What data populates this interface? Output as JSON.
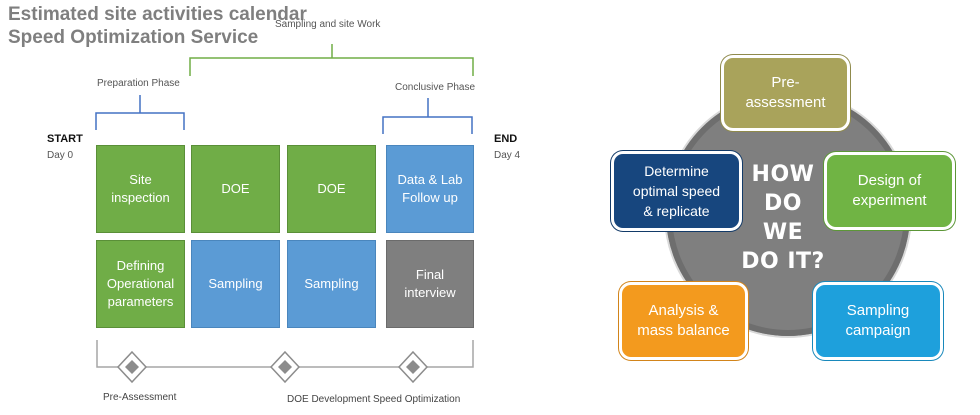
{
  "calendar": {
    "title_line1": "Estimated site activities calendar",
    "title_line2": "Speed Optimization Service",
    "phases": {
      "sampling_and_site_work": "Sampling and site Work",
      "preparation": "Preparation Phase",
      "conclusive": "Conclusive Phase"
    },
    "start": {
      "label": "START",
      "day": "Day 0"
    },
    "end": {
      "label": "END",
      "day": "Day 4"
    },
    "grid": {
      "row1": [
        "Site\ninspection",
        "DOE",
        "DOE",
        "Data & Lab\nFollow up"
      ],
      "row2": [
        "Defining\nOperational\nparameters",
        "Sampling",
        "Sampling",
        "Final\ninterview"
      ]
    },
    "milestones": {
      "pre_assessment": "Pre-Assessment",
      "doe_development": "DOE Development",
      "speed_optimization": "Speed Optimization"
    },
    "colors": {
      "green": "#70ad47",
      "blue": "#5b9bd5",
      "gray": "#7f7f7f"
    }
  },
  "how": {
    "center": "HOW\nDO WE\nDO IT?",
    "steps": {
      "pre_assessment": "Pre-\nassessment",
      "design_of_experiment": "Design of\nexperiment",
      "sampling_campaign": "Sampling\ncampaign",
      "analysis_mass_balance": "Analysis &\nmass balance",
      "determine_optimal_speed": "Determine\noptimal speed\n& replicate"
    },
    "colors": {
      "circle": "#7f7f7f",
      "pre_assessment": "#a9a35b",
      "design_of_experiment": "#70b444",
      "sampling_campaign": "#1ea0dc",
      "analysis_mass_balance": "#f39a1e",
      "determine_optimal_speed": "#17467e"
    }
  }
}
